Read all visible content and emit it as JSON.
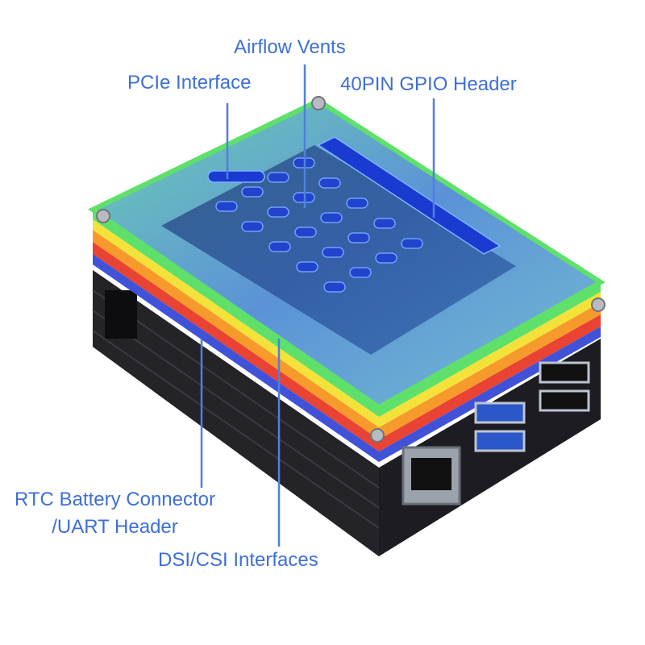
{
  "callouts": {
    "airflow": "Airflow Vents",
    "pcie": "PCIe Interface",
    "gpio": "40PIN GPIO Header",
    "rtc_line1": "RTC Battery Connector",
    "rtc_line2": "/UART Header",
    "dsi": "DSI/CSI Interfaces"
  },
  "colors": {
    "label": "#3d6fd8",
    "leader_line": "#4f7fe0",
    "layer_green": "#5fe06a",
    "layer_yellow": "#f4e23a",
    "layer_orange": "#f79a2c",
    "layer_red": "#e94334",
    "layer_blue": "#3f52d8",
    "layer_black": "#1c1c22"
  }
}
